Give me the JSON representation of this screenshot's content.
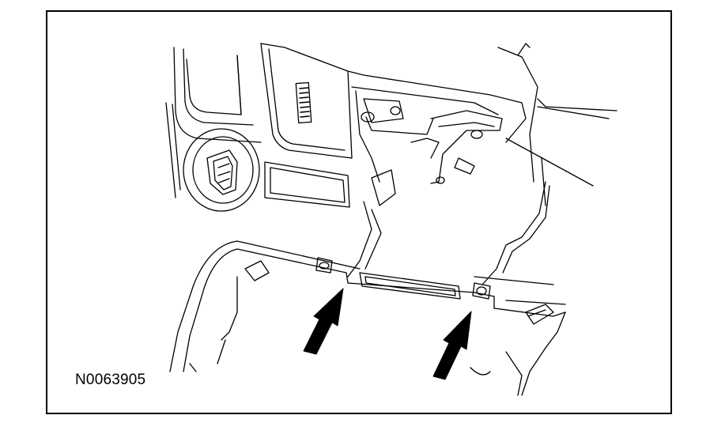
{
  "figure": {
    "label": "N0063905"
  },
  "colors": {
    "line": "#000000",
    "background": "#ffffff"
  },
  "callouts": [
    {
      "type": "arrow",
      "icon": "arrow-up-right-icon"
    },
    {
      "type": "arrow",
      "icon": "arrow-up-right-icon"
    }
  ]
}
